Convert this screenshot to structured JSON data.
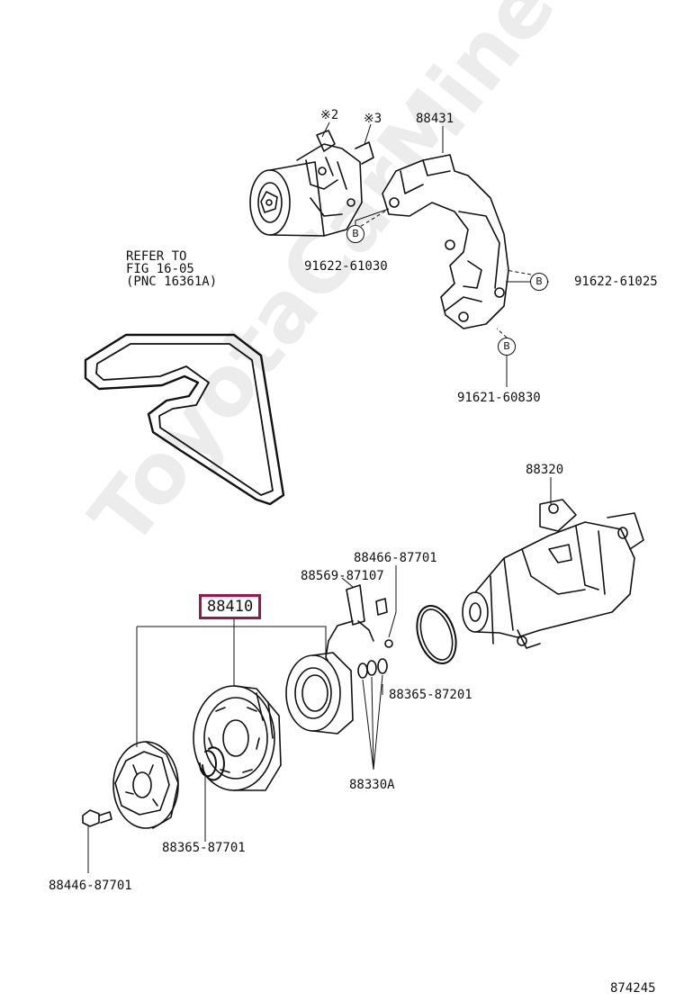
{
  "watermark": "ToyotaCarMine.ru",
  "figure_number": "874245",
  "refer_note": {
    "line1": "REFER TO",
    "line2": "FIG 16-05",
    "line3": "(PNC 16361A)"
  },
  "bolt_symbol": "B",
  "callouts": {
    "note_2": "※2",
    "note_3": "※3",
    "bracket": "88431",
    "bolt_top": "91622-61030",
    "bolt_right": "91622-61025",
    "bolt_bottom": "91621-60830",
    "compressor": "88320",
    "switch_upper": "88466-87701",
    "switch_lower": "88569-87107",
    "clutch_assembly": "88410",
    "shim_right": "88365-87201",
    "shim_set": "88330A",
    "snap_ring": "88365-87701",
    "hub_bolt": "88446-87701"
  }
}
